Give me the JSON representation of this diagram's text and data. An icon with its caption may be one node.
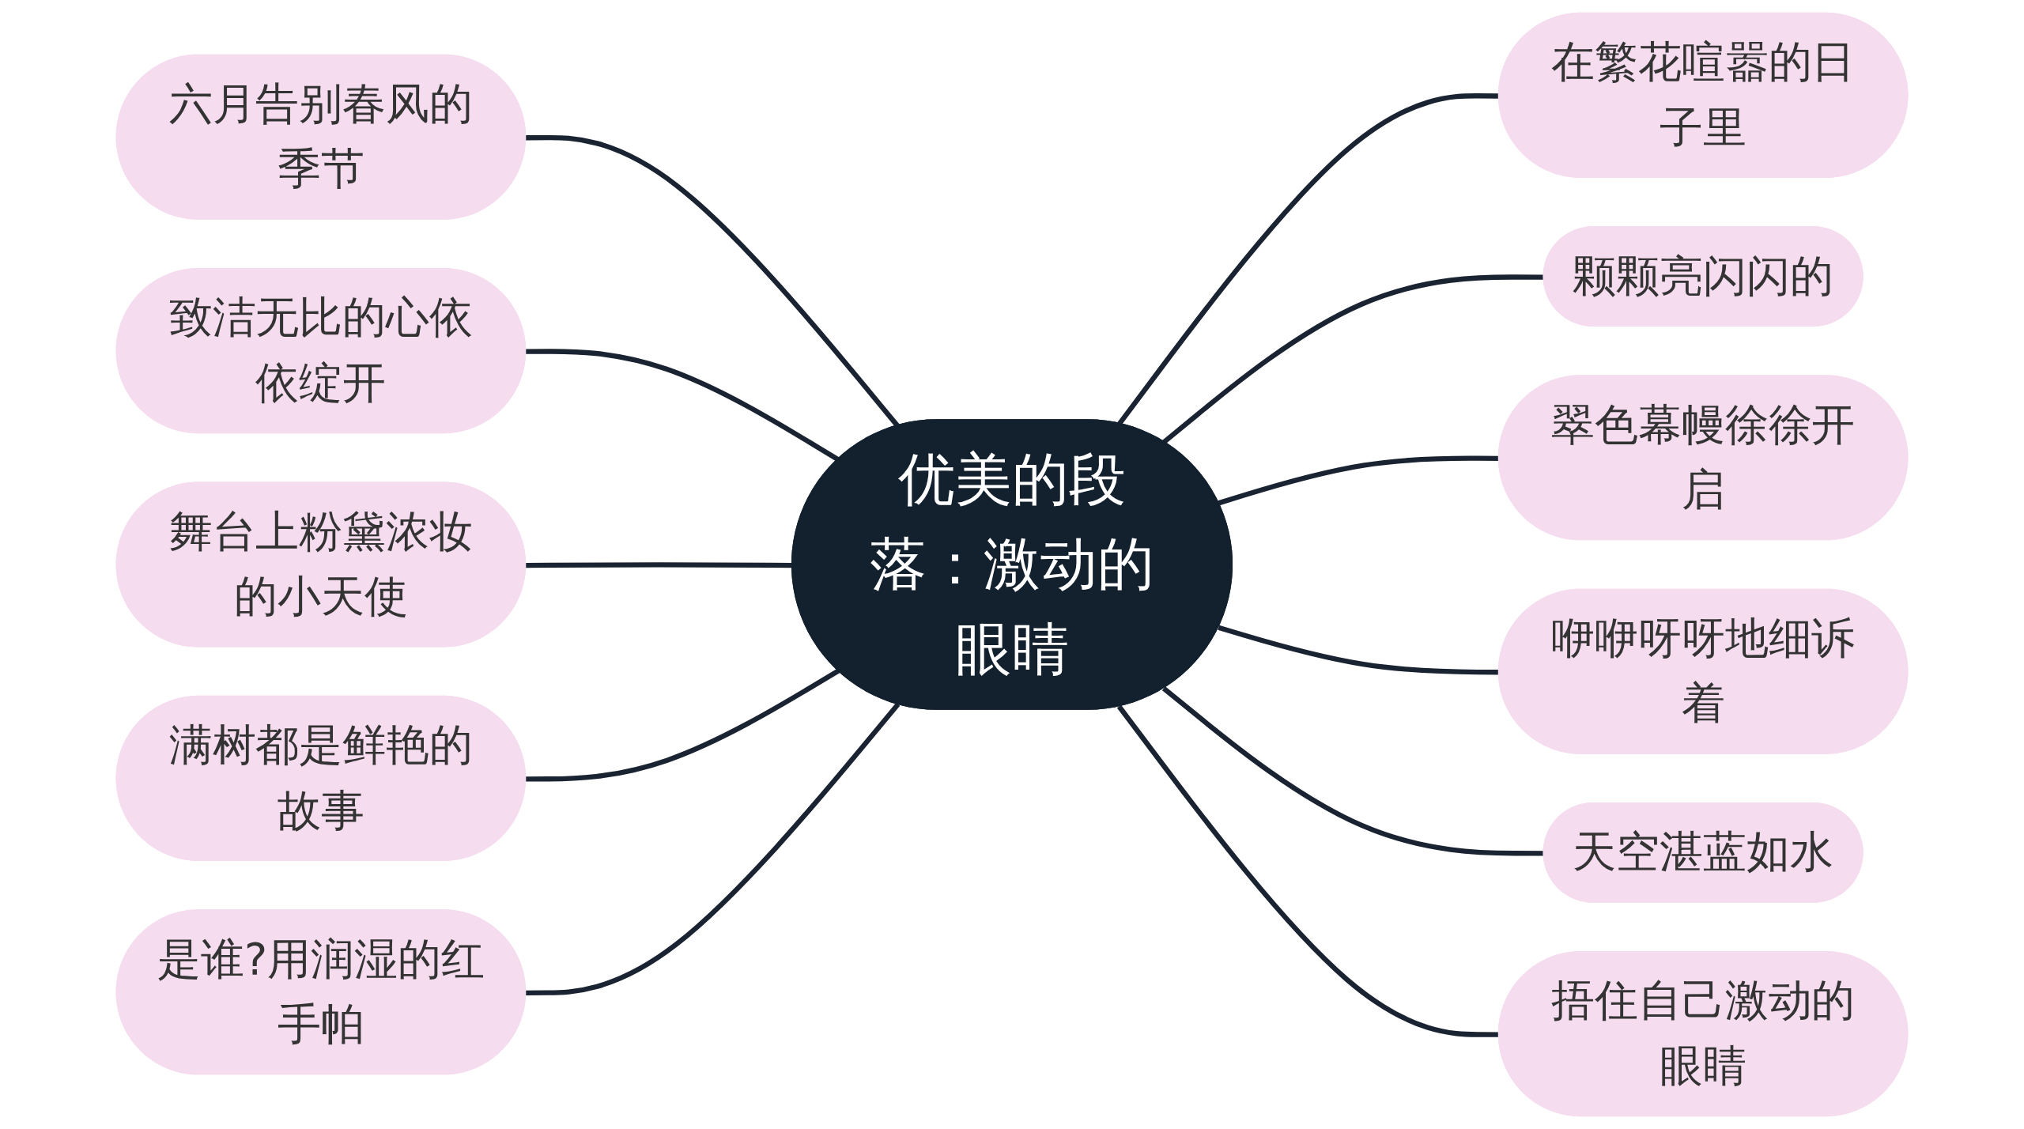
{
  "diagram": {
    "nodes": [
      {
        "text": [
          "优美的段落：激动的眼睛"
        ]
      },
      {
        "text": [
          "六月告别春风的季节"
        ]
      },
      {
        "text": [
          "致洁无比的心依依绽开"
        ]
      },
      {
        "text": [
          "舞台上粉黛浓妆的小天使"
        ]
      },
      {
        "text": [
          "满树都是鲜艳的故事"
        ]
      },
      {
        "text": [
          "是谁?用润湿的红手帕"
        ]
      },
      {
        "text": [
          "在繁花喧嚣的日子里"
        ]
      },
      {
        "text": [
          "颗颗亮闪闪的"
        ]
      },
      {
        "text": [
          "翠色幕幔徐徐开启"
        ]
      },
      {
        "text": [
          "咿咿呀呀地细诉着"
        ]
      },
      {
        "text": [
          "天空湛蓝如水"
        ]
      },
      {
        "text": [
          "捂住自己激动的眼睛"
        ]
      }
    ],
    "edges": [
      {
        "from": 1,
        "to": 0,
        "arrow": "none"
      },
      {
        "from": 2,
        "to": 0,
        "arrow": "none"
      },
      {
        "from": 3,
        "to": 0,
        "arrow": "none"
      },
      {
        "from": 4,
        "to": 0,
        "arrow": "none"
      },
      {
        "from": 5,
        "to": 0,
        "arrow": "none"
      },
      {
        "from": 0,
        "to": 6,
        "arrow": "none"
      },
      {
        "from": 0,
        "to": 7,
        "arrow": "none"
      },
      {
        "from": 0,
        "to": 8,
        "arrow": "none"
      },
      {
        "from": 0,
        "to": 9,
        "arrow": "none"
      },
      {
        "from": 0,
        "to": 10,
        "arrow": "none"
      },
      {
        "from": 0,
        "to": 11,
        "arrow": "none"
      }
    ]
  }
}
